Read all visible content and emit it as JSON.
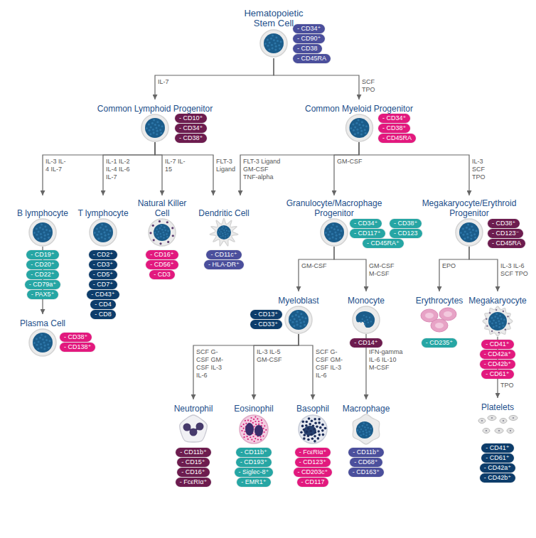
{
  "diagram": {
    "nodes": [
      {
        "text": [
          "Hematopoietic Stem Cell"
        ]
      },
      {
        "text": [
          "- CD34⁺"
        ]
      },
      {
        "text": [
          "- CD90⁺"
        ]
      },
      {
        "text": [
          "- CD38"
        ]
      },
      {
        "text": [
          "- CD45RA"
        ]
      },
      {
        "text": [
          "Common Lymphoid Progenitor"
        ]
      },
      {
        "text": [
          "- CD10⁺"
        ]
      },
      {
        "text": [
          "- CD34⁺"
        ]
      },
      {
        "text": [
          "- CD38⁺"
        ]
      },
      {
        "text": [
          "Common Myeloid Progenitor"
        ]
      },
      {
        "text": [
          "- CD34⁺"
        ]
      },
      {
        "text": [
          "- CD38⁺"
        ]
      },
      {
        "text": [
          "- CD45RA"
        ]
      },
      {
        "text": [
          "B lymphocyte"
        ]
      },
      {
        "text": [
          "- CD19⁺"
        ]
      },
      {
        "text": [
          "- CD20⁺"
        ]
      },
      {
        "text": [
          "- CD22⁺"
        ]
      },
      {
        "text": [
          "- CD79a⁺"
        ]
      },
      {
        "text": [
          "- PAX5⁺"
        ]
      },
      {
        "text": [
          "T lymphocyte"
        ]
      },
      {
        "text": [
          "- CD2⁺"
        ]
      },
      {
        "text": [
          "- CD3⁺"
        ]
      },
      {
        "text": [
          "- CD5⁺"
        ]
      },
      {
        "text": [
          "- CD7⁺"
        ]
      },
      {
        "text": [
          "- CD43⁺"
        ]
      },
      {
        "text": [
          "- CD4"
        ]
      },
      {
        "text": [
          "- CD8"
        ]
      },
      {
        "text": [
          "Natural Killer Cell"
        ]
      },
      {
        "text": [
          "- CD16⁺"
        ]
      },
      {
        "text": [
          "- CD56⁺"
        ]
      },
      {
        "text": [
          "- CD3"
        ]
      },
      {
        "text": [
          "Dendritic Cell"
        ]
      },
      {
        "text": [
          "- CD11c⁺"
        ]
      },
      {
        "text": [
          "- HLA-DR⁺"
        ]
      },
      {
        "text": [
          "Granulocyte/Macrophage Progenitor"
        ]
      },
      {
        "text": [
          "- CD34⁺"
        ]
      },
      {
        "text": [
          "- CD38⁺"
        ]
      },
      {
        "text": [
          "- CD117⁺"
        ]
      },
      {
        "text": [
          "- CD123"
        ]
      },
      {
        "text": [
          "- CD45RA⁺"
        ]
      },
      {
        "text": [
          "Megakaryocyte/Erythroid Progenitor"
        ]
      },
      {
        "text": [
          "- CD38⁺"
        ]
      },
      {
        "text": [
          "- CD123⁻"
        ]
      },
      {
        "text": [
          "- CD45RA"
        ]
      },
      {
        "text": [
          "Plasma Cell"
        ]
      },
      {
        "text": [
          "- CD38⁺"
        ]
      },
      {
        "text": [
          "- CD138⁺"
        ]
      },
      {
        "text": [
          "Myeloblast"
        ]
      },
      {
        "text": [
          "- CD13⁺"
        ]
      },
      {
        "text": [
          "- CD33⁺"
        ]
      },
      {
        "text": [
          "Monocyte"
        ]
      },
      {
        "text": [
          "- CD14⁺"
        ]
      },
      {
        "text": [
          "Erythrocytes"
        ]
      },
      {
        "text": [
          "- CD235⁺"
        ]
      },
      {
        "text": [
          "Megakaryocyte"
        ]
      },
      {
        "text": [
          "- CD41⁺"
        ]
      },
      {
        "text": [
          "- CD42a⁺"
        ]
      },
      {
        "text": [
          "- CD42b⁺"
        ]
      },
      {
        "text": [
          "- CD61⁺"
        ]
      },
      {
        "text": [
          "Neutrophil"
        ]
      },
      {
        "text": [
          "- CD11b⁺"
        ]
      },
      {
        "text": [
          "- CD15⁺"
        ]
      },
      {
        "text": [
          "- CD16⁺"
        ]
      },
      {
        "text": [
          "- FcεRIα⁺"
        ]
      },
      {
        "text": [
          "Eosinophil"
        ]
      },
      {
        "text": [
          "- CD11b⁺"
        ]
      },
      {
        "text": [
          "- CD193⁺"
        ]
      },
      {
        "text": [
          "- Siglec-8⁺"
        ]
      },
      {
        "text": [
          "- EMR1⁺"
        ]
      },
      {
        "text": [
          "Basophil"
        ]
      },
      {
        "text": [
          "- FcεRIα⁺"
        ]
      },
      {
        "text": [
          "- CD123⁺"
        ]
      },
      {
        "text": [
          "- CD203c⁺"
        ]
      },
      {
        "text": [
          "- CD117"
        ]
      },
      {
        "text": [
          "Macrophage"
        ]
      },
      {
        "text": [
          "- CD11b⁺"
        ]
      },
      {
        "text": [
          "- CD68⁺"
        ]
      },
      {
        "text": [
          "- CD163⁺"
        ]
      },
      {
        "text": [
          "Platelets"
        ]
      },
      {
        "text": [
          "- CD41⁺"
        ]
      },
      {
        "text": [
          "- CD61⁺"
        ]
      },
      {
        "text": [
          "- CD42a⁺"
        ]
      },
      {
        "text": [
          "- CD42b⁺"
        ]
      }
    ],
    "edges": [
      {
        "from": 0,
        "to": 5,
        "arrow": "to",
        "label": "IL-7"
      },
      {
        "from": 0,
        "to": 9,
        "arrow": "to",
        "label": "SCF TPO"
      },
      {
        "from": 5,
        "to": 13,
        "arrow": "to",
        "label": "IL-3 IL-4 IL-7"
      },
      {
        "from": 5,
        "to": 19,
        "arrow": "to",
        "label": "IL-1 IL-2 IL-4 IL-6 IL-7"
      },
      {
        "from": 5,
        "to": 27,
        "arrow": "to",
        "label": "IL-7 IL-15"
      },
      {
        "from": 5,
        "to": 31,
        "arrow": "to",
        "label": "FLT-3 Ligand"
      },
      {
        "from": 9,
        "to": 31,
        "arrow": "to",
        "label": "FLT-3 Ligand GM-CSF TNF-alpha"
      },
      {
        "from": 9,
        "to": 34,
        "arrow": "to",
        "label": "GM-CSF"
      },
      {
        "from": 9,
        "to": 40,
        "arrow": "to",
        "label": "IL-3 SCF TPO"
      },
      {
        "from": 13,
        "to": 44,
        "arrow": "to"
      },
      {
        "from": 34,
        "to": 47,
        "arrow": "to",
        "label": "GM-CSF"
      },
      {
        "from": 34,
        "to": 50,
        "arrow": "to",
        "label": "GM-CSF M-CSF"
      },
      {
        "from": 40,
        "to": 52,
        "arrow": "to",
        "label": "EPO"
      },
      {
        "from": 40,
        "to": 54,
        "arrow": "to",
        "label": "IL-3 IL-6 SCF TPO"
      },
      {
        "from": 47,
        "to": 59,
        "arrow": "to",
        "label": "SCF G-CSF GM-CSF IL-3 IL-6"
      },
      {
        "from": 47,
        "to": 64,
        "arrow": "to",
        "label": "IL-3 IL-5 GM-CSF"
      },
      {
        "from": 47,
        "to": 69,
        "arrow": "to",
        "label": "SCF G-CSF GM-CSF IL-3 IL-6"
      },
      {
        "from": 50,
        "to": 74,
        "arrow": "to",
        "label": "IFN-gamma IL-6 IL-10 M-CSF"
      },
      {
        "from": 54,
        "to": 78,
        "arrow": "to",
        "label": "TPO"
      }
    ]
  }
}
